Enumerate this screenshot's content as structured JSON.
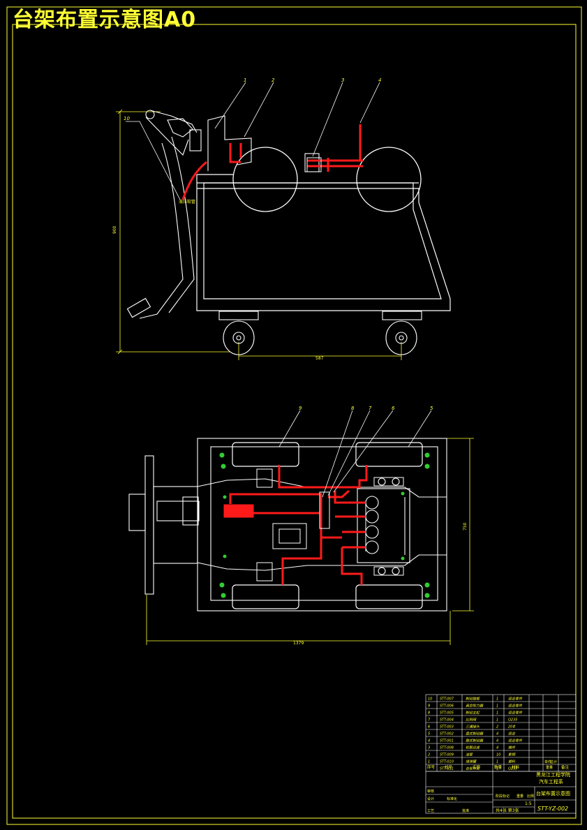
{
  "title": "台架布置示意图A0",
  "colors": {
    "background": "#000000",
    "frame": "#ffff33",
    "outline": "#ffffff",
    "piping": "#ff1a1a",
    "mount": "#33cc33",
    "label": "#ffff33"
  },
  "side_view": {
    "callouts": [
      "1",
      "2",
      "3",
      "4",
      "10"
    ],
    "part_note": "液压软管",
    "dim_height": "900",
    "dim_wheelbase": "587"
  },
  "top_view": {
    "callouts": [
      "5",
      "6",
      "7",
      "8",
      "9"
    ],
    "dim_length": "1379",
    "dim_width": "750"
  },
  "title_block": {
    "parts": [
      {
        "no": "10",
        "code": "STT-007",
        "name": "制动踏板",
        "qty": "1",
        "material": "组合零件"
      },
      {
        "no": "9",
        "code": "STT-006",
        "name": "真空助力器",
        "qty": "1",
        "material": "组合零件"
      },
      {
        "no": "8",
        "code": "STT-005",
        "name": "制动主缸",
        "qty": "1",
        "material": "组合零件"
      },
      {
        "no": "7",
        "code": "STT-004",
        "name": "比例阀",
        "qty": "1",
        "material": "Q235"
      },
      {
        "no": "6",
        "code": "STT-003",
        "name": "三通接头",
        "qty": "2",
        "material": "20#"
      },
      {
        "no": "5",
        "code": "STT-002",
        "name": "盘式制动器",
        "qty": "4",
        "material": "组合"
      },
      {
        "no": "4",
        "code": "STT-001",
        "name": "鼓式制动器",
        "qty": "4",
        "material": "组合零件"
      },
      {
        "no": "3",
        "code": "STT-008",
        "name": "轮毂总成",
        "qty": "4",
        "material": "铸件"
      },
      {
        "no": "2",
        "code": "STT-009",
        "name": "油管",
        "qty": "10",
        "material": "紫铜"
      },
      {
        "no": "1",
        "code": "STT-010",
        "name": "储液罐",
        "qty": "1",
        "material": "塑料"
      },
      {
        "no": "",
        "code": "STT-011",
        "name": "台架车架",
        "qty": "1",
        "material": "Q235"
      }
    ],
    "header": {
      "no": "序号",
      "code": "代号",
      "name": "名称",
      "qty": "数量",
      "material": "材料",
      "unit_weight": "单件",
      "total_weight": "总计",
      "weight": "重量",
      "remark": "备注"
    },
    "school": "黑龙江工程学院",
    "dept": "汽车工程系",
    "drawing_name": "台架布置示意图",
    "drawing_code": "STT-YZ-002",
    "scale": "1:5",
    "sheets": "共4张 第3张",
    "roles": {
      "design": "设计",
      "check": "审核",
      "process": "工艺",
      "approve": "批准",
      "standard": "标准化",
      "stage": "阶段标记",
      "mass": "重量",
      "ratio": "比例"
    }
  }
}
